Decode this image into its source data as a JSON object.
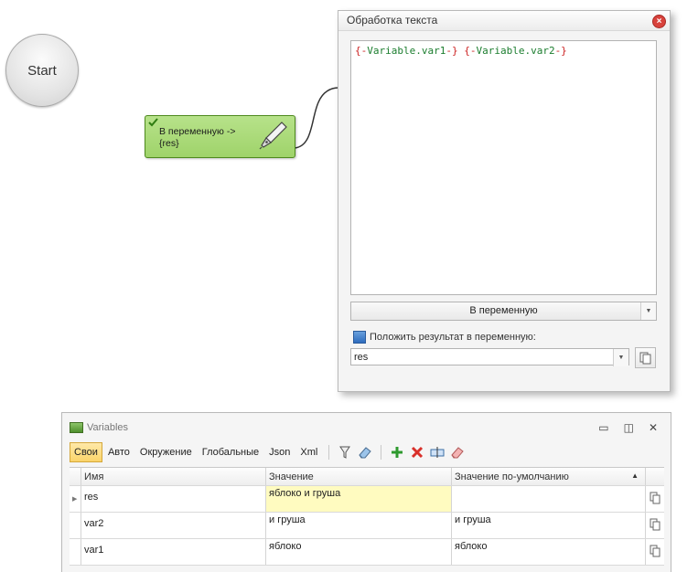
{
  "canvas": {
    "start_label": "Start",
    "action_node_label": "В переменную ->\n{res}"
  },
  "dialog": {
    "title": "Обработка текста",
    "code_tokens": [
      {
        "t": "{-",
        "c": "br"
      },
      {
        "t": "Variable.var1",
        "c": "vr"
      },
      {
        "t": "-}",
        "c": "br"
      },
      {
        "t": " ",
        "c": ""
      },
      {
        "t": "{-",
        "c": "br"
      },
      {
        "t": "Variable.var2",
        "c": "vr"
      },
      {
        "t": "-}",
        "c": "br"
      }
    ],
    "mode_value": "В переменную",
    "checkbox_label": "Положить результат в переменную:",
    "target_variable": "res"
  },
  "variables_panel": {
    "title": "Variables",
    "tabs": [
      "Свои",
      "Авто",
      "Окружение",
      "Глобальные",
      "Json",
      "Xml"
    ],
    "active_tab": "Свои",
    "columns": [
      "Имя",
      "Значение",
      "Значение по-умолчанию"
    ],
    "rows": [
      {
        "name": "res",
        "value": "яблоко и груша",
        "default": ""
      },
      {
        "name": "var2",
        "value": "и груша",
        "default": "и груша"
      },
      {
        "name": "var1",
        "value": "яблоко",
        "default": "яблоко"
      }
    ]
  },
  "colors": {
    "node_green": "#9fd36a",
    "code_brace": "#cc2222",
    "code_variable": "#1b7d2e",
    "active_tab": "#fbd46a",
    "selected_cell": "#fffbc0"
  }
}
